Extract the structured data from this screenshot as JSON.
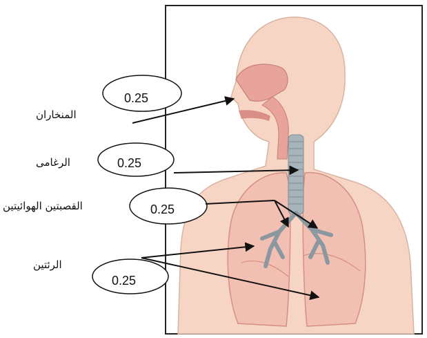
{
  "labels": {
    "nostrils": "المنخاران",
    "trachea": "الرغامى",
    "bronchi": "القصبتين الهوائيتين",
    "lungs": "الرئتين"
  },
  "scores": {
    "nostrils": "0.25",
    "trachea": "0.25",
    "bronchi": "0.25",
    "lungs": "0.25"
  },
  "colors": {
    "skin": "#f6d5c4",
    "airway": "#e8a39a",
    "trachea": "#a8b4bb",
    "lung": "#f2c0b2",
    "frame": "#222222"
  }
}
